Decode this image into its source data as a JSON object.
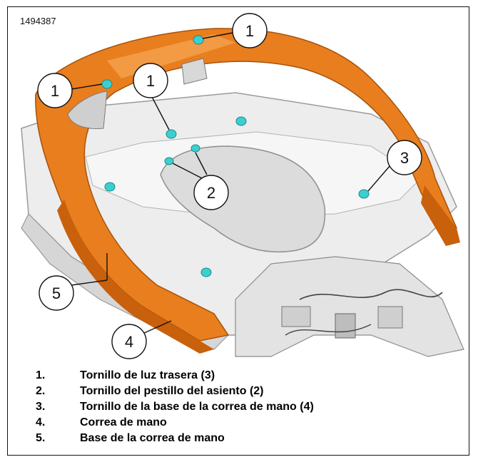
{
  "figure": {
    "id": "1494387",
    "callouts": [
      "1",
      "1",
      "1",
      "2",
      "3",
      "4",
      "5"
    ],
    "colors": {
      "handle": "#e87e1e",
      "handle_shade": "#c9600c",
      "base": "#eeeeee",
      "screw": "#3ccfd0"
    }
  },
  "legend": [
    {
      "num": "1.",
      "text": "Tornillo de luz trasera (3)"
    },
    {
      "num": "2.",
      "text": "Tornillo del pestillo del asiento (2)"
    },
    {
      "num": "3.",
      "text": "Tornillo de la base de la correa de mano (4)"
    },
    {
      "num": "4.",
      "text": "Correa de mano"
    },
    {
      "num": "5.",
      "text": "Base de la correa de mano"
    }
  ]
}
